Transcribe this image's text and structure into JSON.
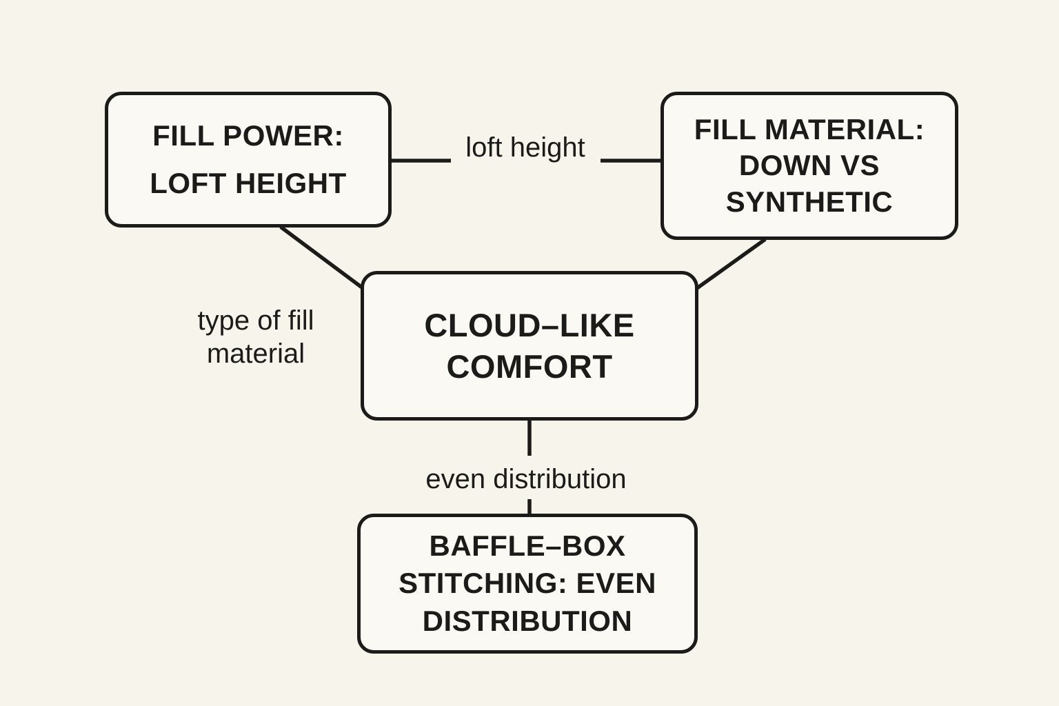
{
  "colors": {
    "background": "#f7f4ec",
    "node_fill": "#fbf9f3",
    "ink": "#1b1b19"
  },
  "diagram": {
    "nodes": {
      "fill_power": {
        "label": "FILL POWER:\nLOFT HEIGHT"
      },
      "fill_material": {
        "label": "FILL MATERIAL:\nDOWN VS\nSYNTHETIC"
      },
      "comfort": {
        "label": "CLOUD–LIKE\nCOMFORT"
      },
      "baffle_box": {
        "label": "BAFFLE–BOX\nSTITCHING: EVEN\nDISTRIBUTION"
      }
    },
    "edge_labels": {
      "loft_height": "loft height",
      "type_of_fill": "type of fill\nmaterial",
      "even_distribution": "even distribution"
    }
  }
}
